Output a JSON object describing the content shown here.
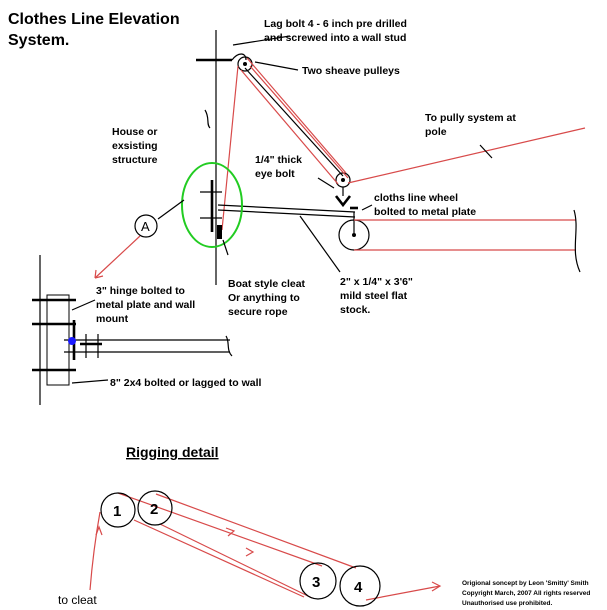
{
  "title": {
    "line1": "Clothes Line Elevation",
    "line2": "System."
  },
  "labels": {
    "lag_bolt": [
      "Lag bolt 4 - 6 inch pre drilled",
      "and screwed into a wall stud"
    ],
    "sheave_pulleys": "Two sheave pulleys",
    "pulley_pole": [
      "To pully system at",
      "pole"
    ],
    "house": [
      "House or",
      "exsisting",
      "structure"
    ],
    "eye_bolt": [
      "1/4\" thick",
      "eye bolt"
    ],
    "wheel": [
      "cloths line wheel",
      "bolted to metal plate"
    ],
    "callout_marker": "A",
    "hinge": [
      "3\" hinge bolted to",
      "metal plate and wall",
      "mount"
    ],
    "cleat": [
      "Boat style cleat",
      "Or anything to",
      "secure rope"
    ],
    "steel": [
      "2\" x 1/4\" x 3'6\"",
      "mild steel flat",
      "stock."
    ],
    "two_by_four": "8\" 2x4 bolted or lagged to wall"
  },
  "rigging": {
    "heading": "Rigging detail",
    "pulleys": [
      "1",
      "2",
      "3",
      "4"
    ],
    "to_cleat": "to cleat"
  },
  "credit": [
    "Origional soncept by Leon 'Smitty' Smith",
    "Copyright March, 2007 All rights reserved",
    "Unauthorised use prohibited."
  ],
  "colors": {
    "rope": "#d84a4a",
    "highlight": "#22cc22",
    "hinge": "#1a1aff",
    "structure": "#000000"
  }
}
